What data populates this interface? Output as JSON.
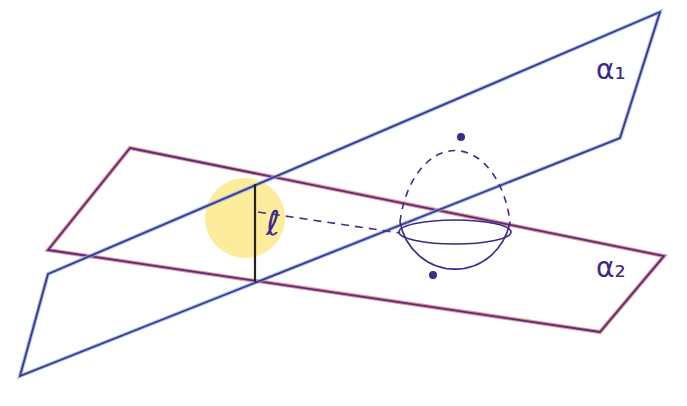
{
  "diagram": {
    "labels": [
      "α₁",
      "α₂",
      "ℓ"
    ]
  }
}
